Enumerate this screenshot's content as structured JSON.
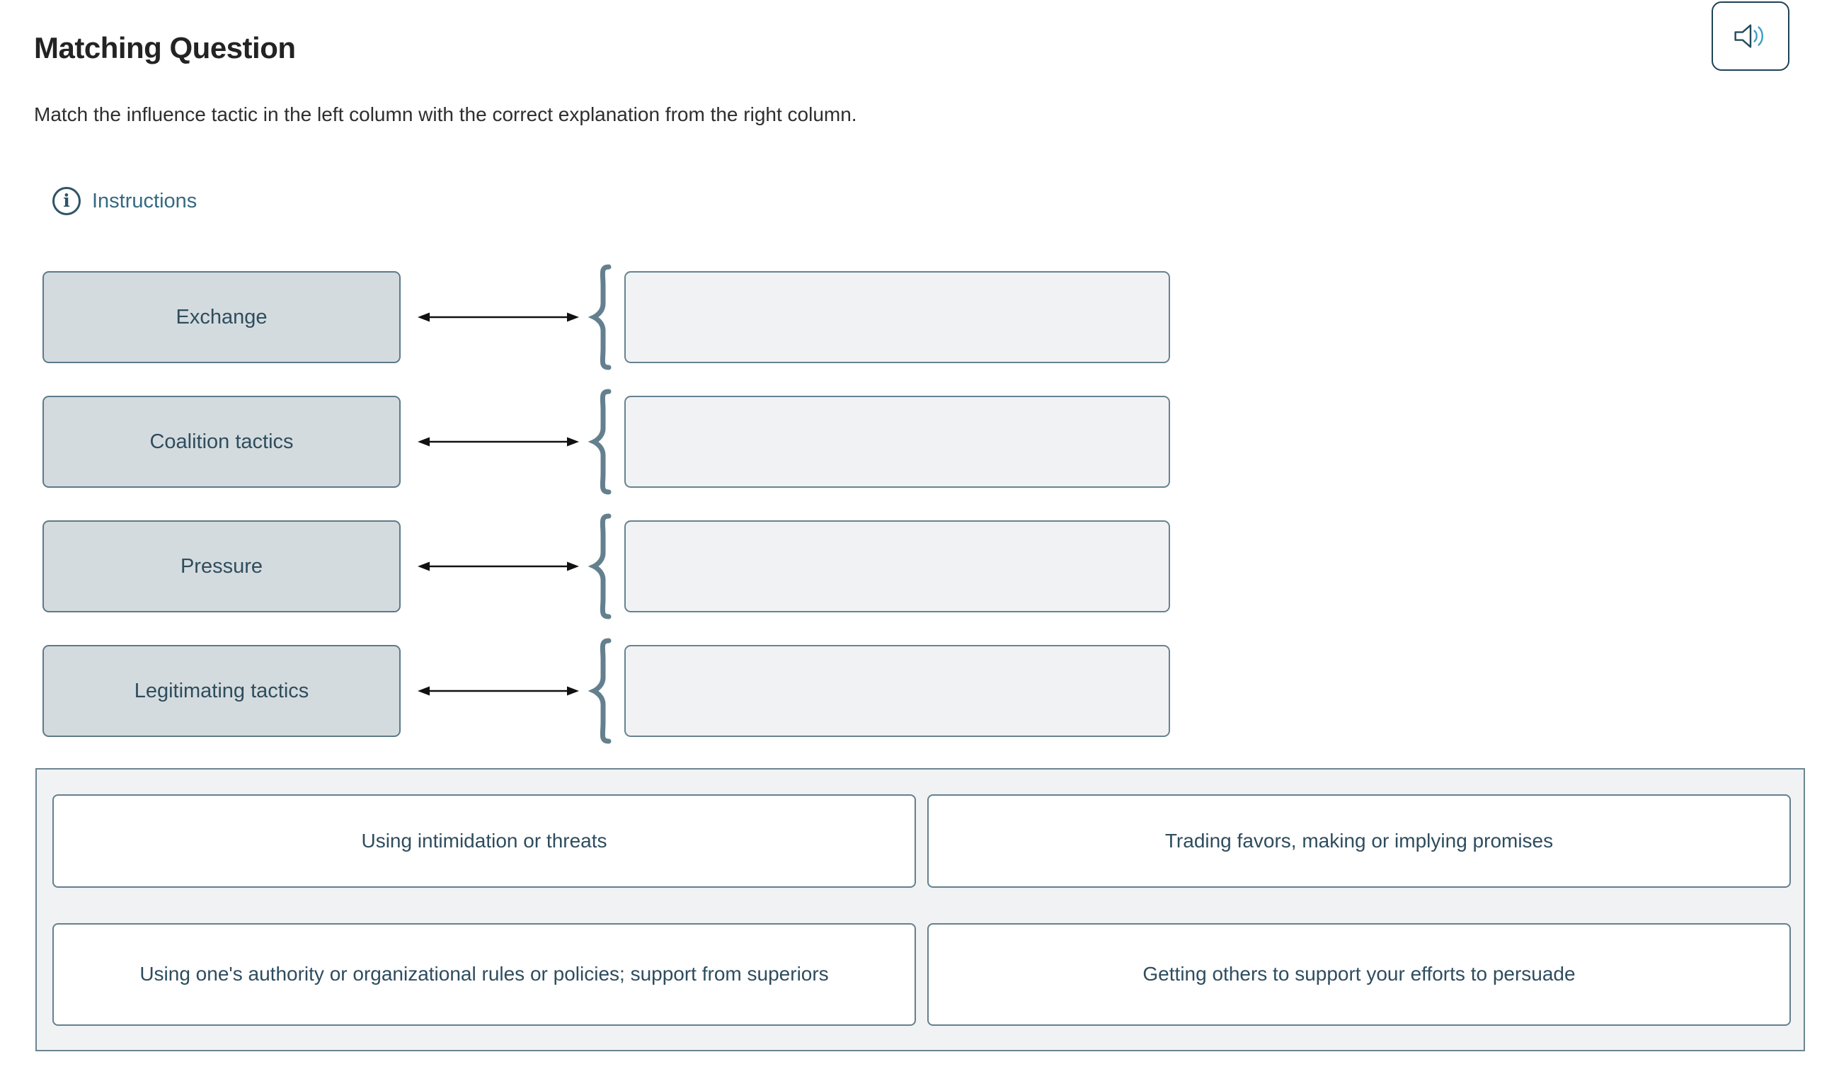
{
  "header": {
    "title": "Matching Question",
    "prompt": "Match the influence tactic in the left column with the correct explanation from the right column.",
    "audio_icon": "speaker-icon"
  },
  "instructions": {
    "label": "Instructions",
    "icon": "info-icon",
    "icon_glyph": "i"
  },
  "match": {
    "pairs": [
      {
        "tactic": "Exchange",
        "drop_value": ""
      },
      {
        "tactic": "Coalition tactics",
        "drop_value": ""
      },
      {
        "tactic": "Pressure",
        "drop_value": ""
      },
      {
        "tactic": "Legitimating tactics",
        "drop_value": ""
      }
    ],
    "connector_icon": "double-headed-arrow-icon",
    "grouping_icon": "curly-brace-icon"
  },
  "bank": {
    "options": [
      {
        "label": "Using intimidation or threats"
      },
      {
        "label": "Trading favors, making or implying promises"
      },
      {
        "label": "Using one's authority or organizational rules or policies; support from superiors"
      },
      {
        "label": "Getting others to support your efforts to persuade"
      }
    ]
  },
  "colors": {
    "tactic_fill": "#d4dbde",
    "tactic_border": "#5d7a89",
    "tactic_text": "#2e4d5e",
    "dropzone_fill": "#f1f2f4",
    "dropzone_border": "#67838f",
    "brace": "#64808f",
    "arrow": "#111111",
    "bank_background": "#f0f2f3",
    "bank_border": "#6a8591",
    "card_border": "#64808d",
    "link_text": "#356a82",
    "icon_dark": "#1d4357",
    "icon_wave_blue": "#3e9dc3"
  }
}
